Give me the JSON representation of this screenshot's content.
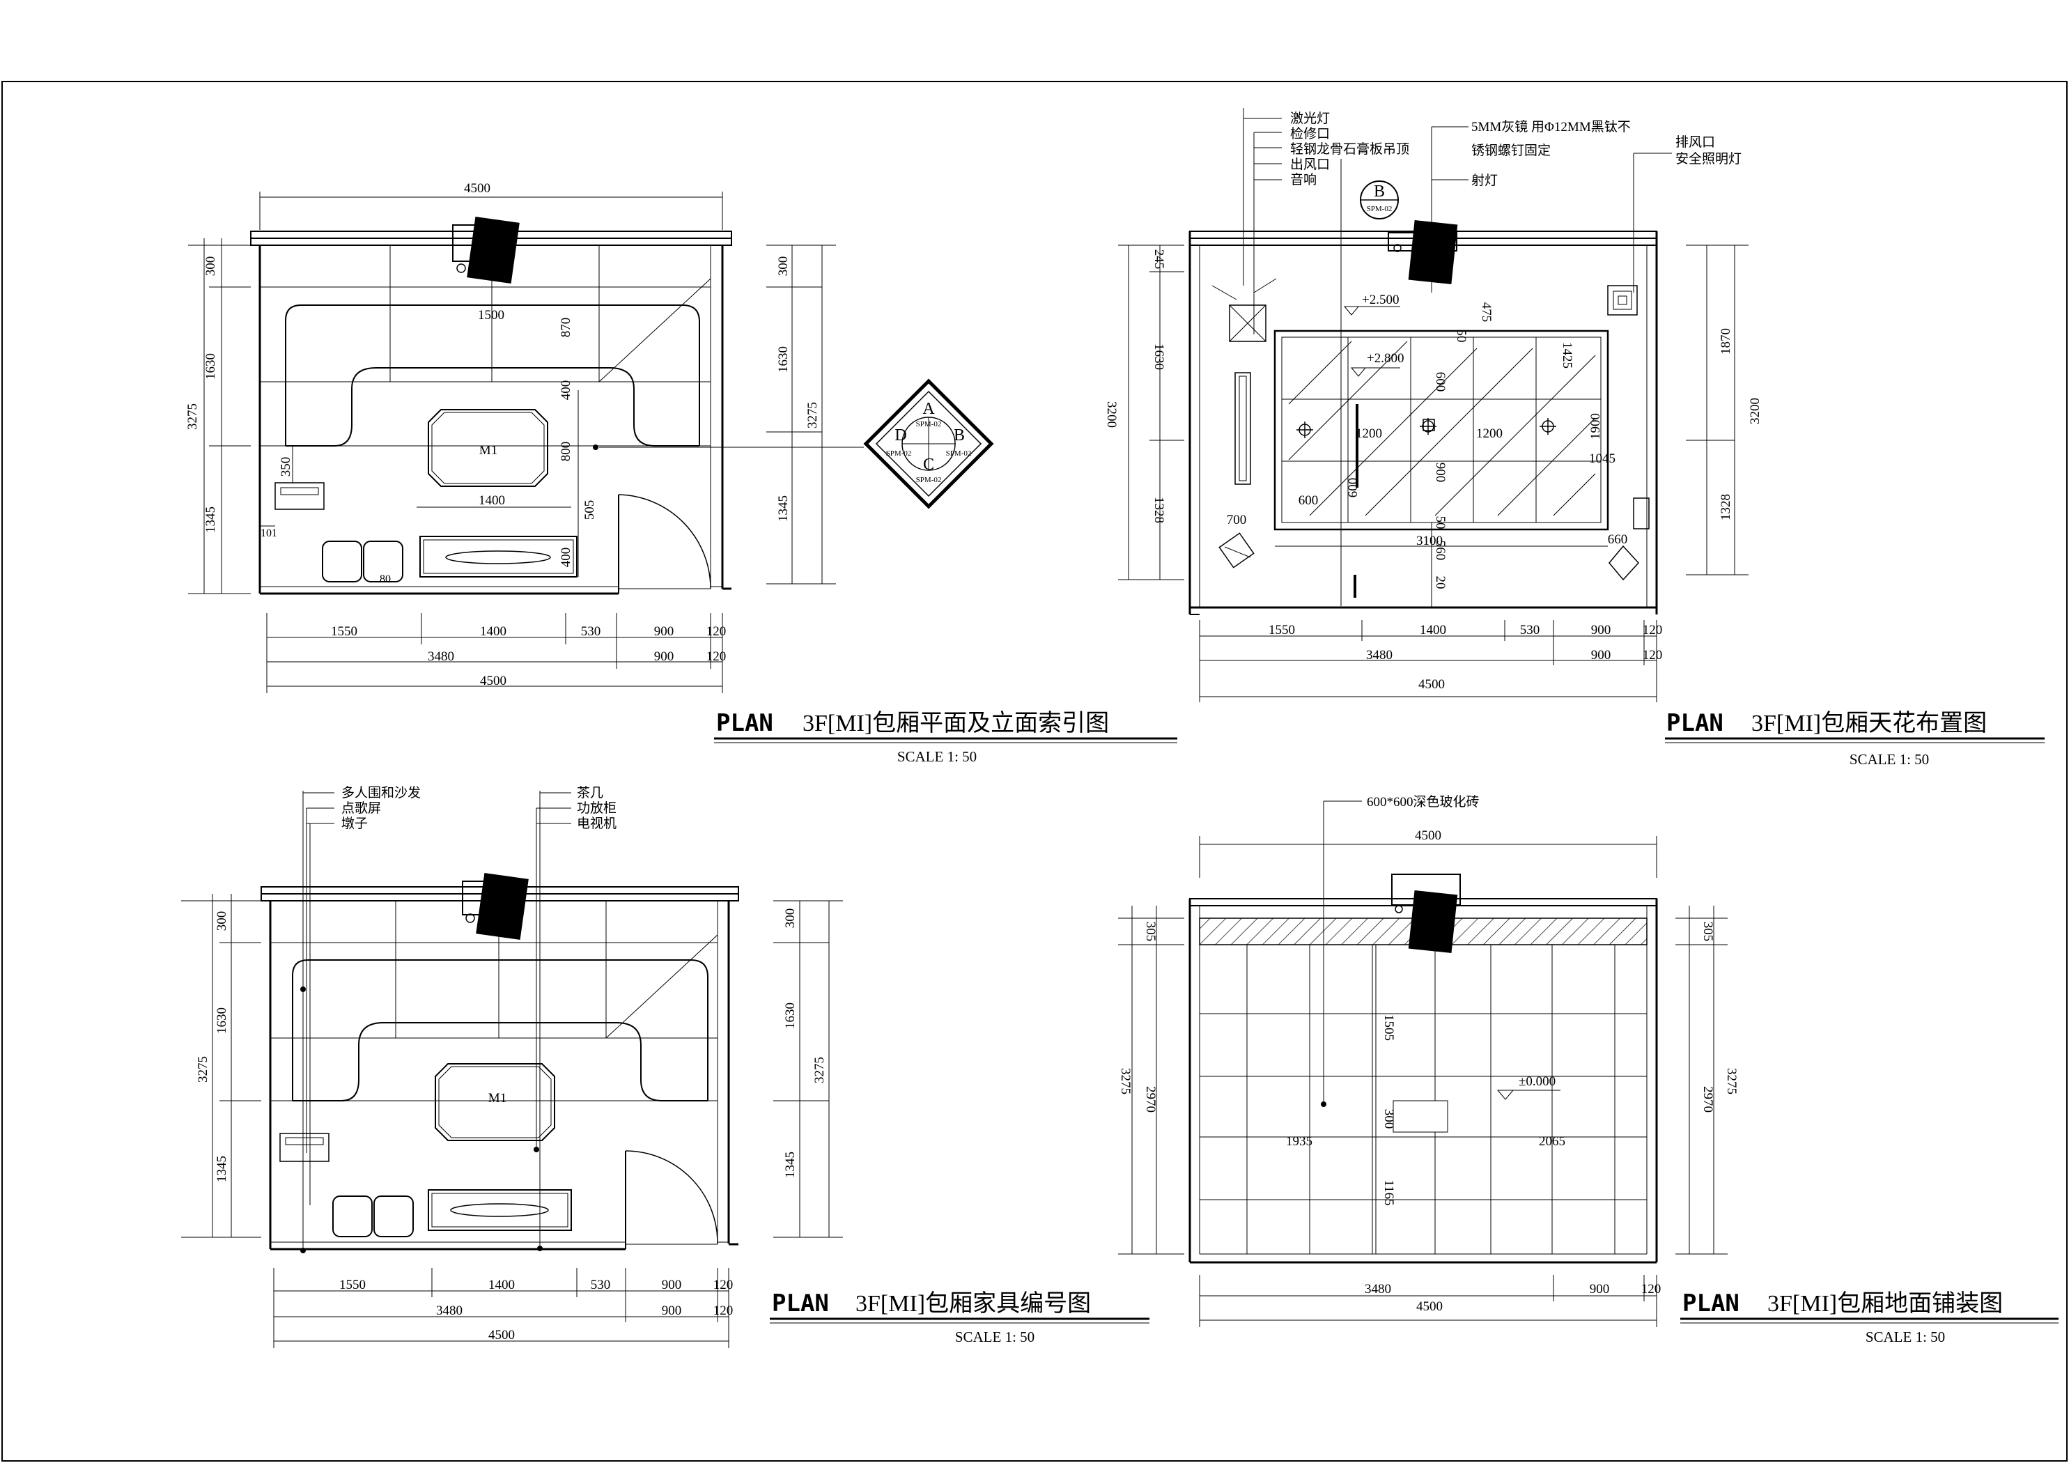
{
  "plans": [
    {
      "key": "p1",
      "title_prefix": "PLAN",
      "title": "3F[MI]包厢平面及立面索引图",
      "scale": "SCALE 1: 50",
      "top_dim": "4500",
      "left_dims": [
        "300",
        "1630",
        "1345"
      ],
      "left_total": "3275",
      "right_dims": [
        "300",
        "1630",
        "1345"
      ],
      "right_total": "3275",
      "bottom_row1": [
        "1550",
        "1400",
        "530",
        "900",
        "120"
      ],
      "bottom_row2": [
        "3480",
        "900",
        "120"
      ],
      "bottom_row3": [
        "4500"
      ],
      "inner": [
        "1500",
        "870",
        "400",
        "800",
        "505",
        "400",
        "1400",
        "350",
        "101",
        "80"
      ],
      "table_tag": "M1"
    },
    {
      "key": "p2",
      "title_prefix": "PLAN",
      "title": "3F[MI]包厢天花布置图",
      "scale": "SCALE 1: 50",
      "left_dims": [
        "245",
        "1630",
        "1328"
      ],
      "left_total": "3200",
      "right_dims": [
        "1870",
        "1328"
      ],
      "right_total": "3200",
      "bottom_row1": [
        "1550",
        "1400",
        "530",
        "900",
        "120"
      ],
      "bottom_row2": [
        "3480",
        "900",
        "120"
      ],
      "bottom_row3": [
        "4500"
      ],
      "levels": [
        "+2.500",
        "+2.800"
      ],
      "inner": [
        "475",
        "50",
        "1425",
        "600",
        "1200",
        "1200",
        "1900",
        "1045",
        "900",
        "600",
        "600",
        "3100",
        "700",
        "660",
        "560",
        "50",
        "20"
      ],
      "legend_left": [
        "激光灯",
        "检修口",
        "轻钢龙骨石膏板吊顶",
        "出风口",
        "音响"
      ],
      "legend_mid": [
        "5MM灰镜 用Φ12MM黑钛不",
        "锈钢螺钉固定",
        "射灯"
      ],
      "legend_right": [
        "排风口",
        "安全照明灯"
      ]
    },
    {
      "key": "p3",
      "title_prefix": "PLAN",
      "title": "3F[MI]包厢家具编号图",
      "scale": "SCALE 1: 50",
      "left_dims": [
        "300",
        "1630",
        "1345"
      ],
      "left_total": "3275",
      "right_dims": [
        "300",
        "1630",
        "1345"
      ],
      "right_total": "3275",
      "bottom_row1": [
        "1550",
        "1400",
        "530",
        "900",
        "120"
      ],
      "bottom_row2": [
        "3480",
        "900",
        "120"
      ],
      "bottom_row3": [
        "4500"
      ],
      "table_tag": "M1",
      "legend_left": [
        "多人围和沙发",
        "点歌屏",
        "墩子"
      ],
      "legend_right": [
        "茶几",
        "功放柜",
        "电视机"
      ]
    },
    {
      "key": "p4",
      "title_prefix": "PLAN",
      "title": "3F[MI]包厢地面铺装图",
      "scale": "SCALE 1: 50",
      "top_dim": "4500",
      "left_dims": [
        "305",
        "2970"
      ],
      "left_total": "3275",
      "right_dims": [
        "305",
        "2970"
      ],
      "right_total": "3275",
      "bottom_row1": [
        "3480",
        "900",
        "120"
      ],
      "bottom_row3": [
        "4500"
      ],
      "level": "±0.000",
      "inner": [
        "1505",
        "300",
        "1165",
        "1935",
        "2065"
      ],
      "legend": "600*600深色玻化砖"
    }
  ],
  "index_symbol": {
    "letters": [
      "A",
      "B",
      "C",
      "D"
    ],
    "ref": "SPM-02"
  },
  "ceiling_marker": {
    "letter": "B",
    "ref": "SPM-02"
  }
}
